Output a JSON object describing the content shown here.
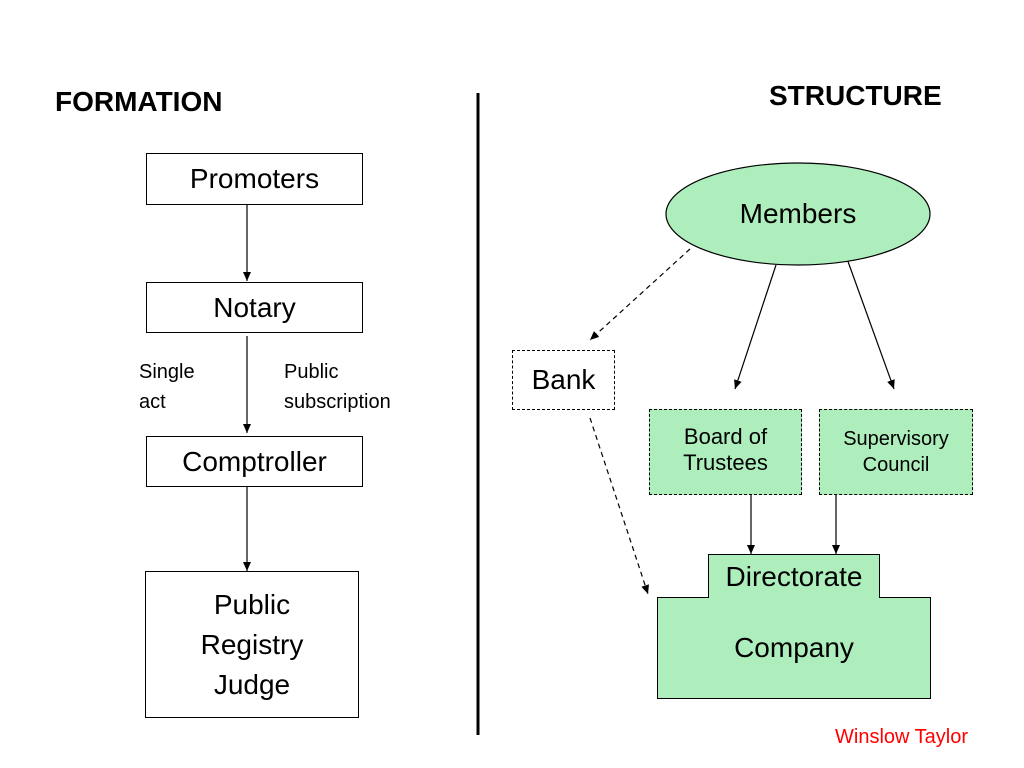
{
  "formation": {
    "heading": "FORMATION",
    "promoters": "Promoters",
    "notary": "Notary",
    "single_act": "Single\nact",
    "public_subscription": "Public\nsubscription",
    "comptroller": "Comptroller",
    "registry": "Public\nRegistry\nJudge"
  },
  "structure": {
    "heading": "STRUCTURE",
    "members": "Members",
    "bank": "Bank",
    "board": "Board of\nTrustees",
    "council": "Supervisory\nCouncil",
    "directorate": "Directorate",
    "company": "Company"
  },
  "author": "Winslow Taylor",
  "colors": {
    "node_fill": "#aeeebc",
    "author_text": "#ff0000"
  }
}
